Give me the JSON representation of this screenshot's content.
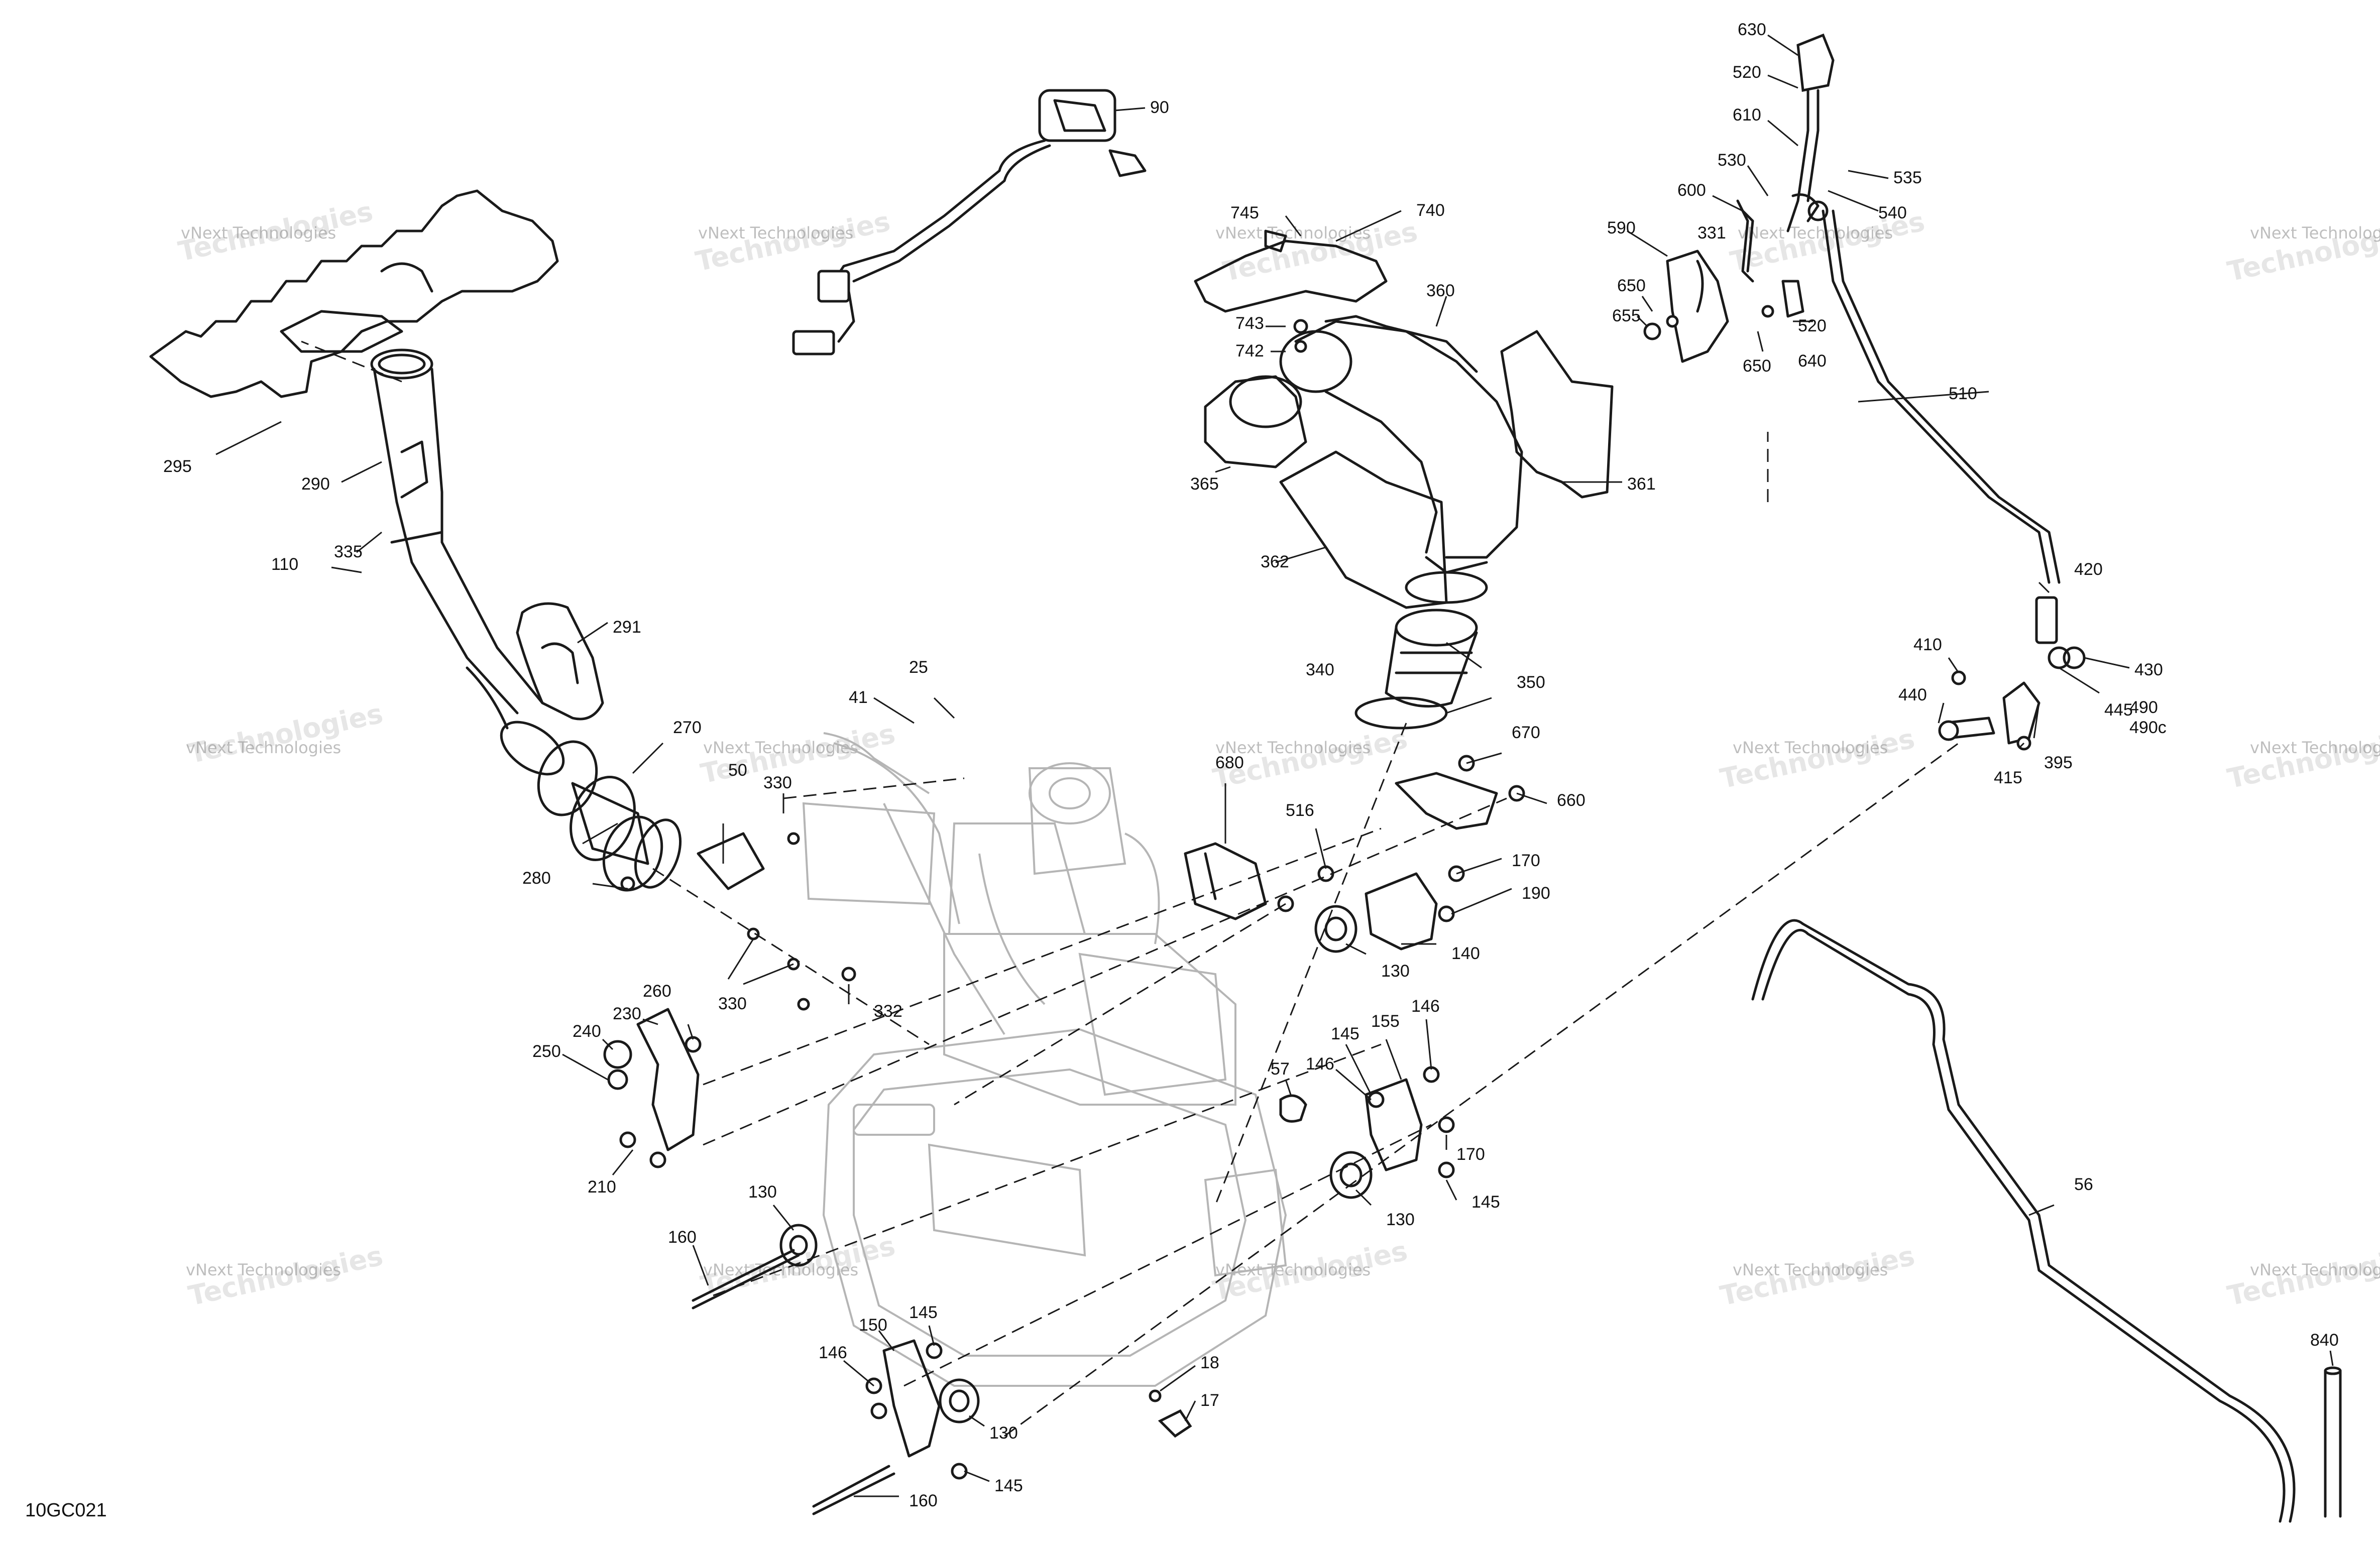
{
  "diagram_code": "10GC021",
  "watermark": {
    "line1": "vNext Technologies",
    "line2": "Technologies"
  },
  "callouts": [
    "630",
    "520",
    "610",
    "530",
    "535",
    "540",
    "600",
    "331",
    "590",
    "650",
    "655",
    "520",
    "650",
    "640",
    "90",
    "745",
    "740",
    "743",
    "742",
    "360",
    "365",
    "361",
    "362",
    "295",
    "290",
    "335",
    "110",
    "291",
    "510",
    "420",
    "410",
    "430",
    "440",
    "445",
    "490",
    "490c",
    "395",
    "415",
    "340",
    "350",
    "25",
    "41",
    "270",
    "50",
    "330",
    "280",
    "680",
    "670",
    "660",
    "516",
    "170",
    "190",
    "130",
    "140",
    "330",
    "332",
    "260",
    "230",
    "240",
    "250",
    "210",
    "57",
    "145",
    "146",
    "155",
    "146",
    "170",
    "130",
    "145",
    "130",
    "160",
    "56",
    "145",
    "150",
    "146",
    "130",
    "18",
    "17",
    "160",
    "840",
    "145"
  ]
}
